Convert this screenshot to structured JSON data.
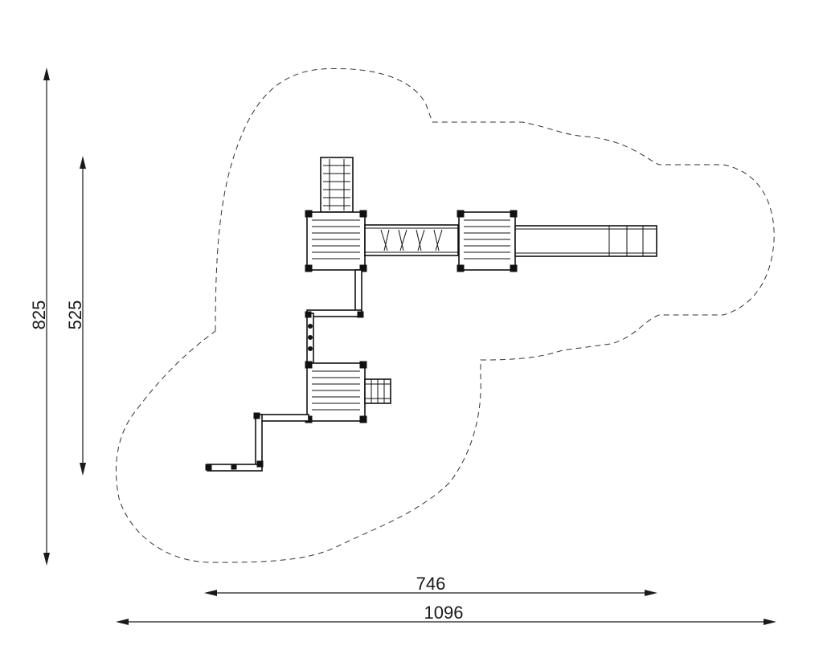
{
  "dimensions": {
    "total_height": "825",
    "equipment_height": "525",
    "equipment_width": "746",
    "total_width": "1096"
  },
  "colors": {
    "line": "#1a1a1a",
    "background": "#ffffff"
  }
}
